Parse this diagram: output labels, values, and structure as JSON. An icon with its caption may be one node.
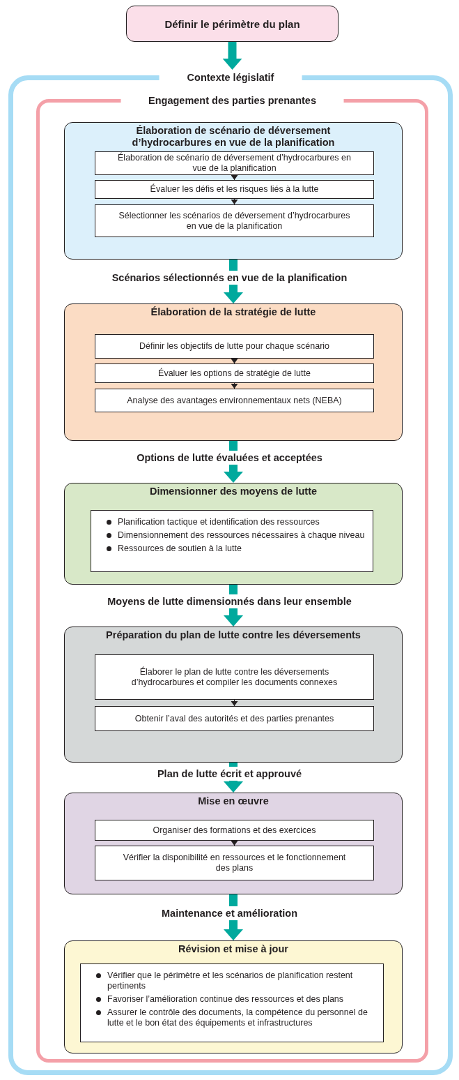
{
  "diagram": {
    "nodes": [
      {
        "text": [
          "Définir le périmètre du plan"
        ]
      },
      {
        "text": [
          "Contexte législatif"
        ]
      },
      {
        "text": [
          "Engagement des parties prenantes"
        ],
        "in": 1
      },
      {
        "text": [
          "Élaboration de scénario de déversement d’hydrocarbures en vue de la planification"
        ],
        "in": 2
      },
      {
        "text": [
          "Élaboration de scénario de déversement d’hydrocarbures en vue de la planification"
        ],
        "in": 3
      },
      {
        "text": [
          "Évaluer les défis et les risques liés à la lutte"
        ],
        "in": 3
      },
      {
        "text": [
          "Sélectionner les scénarios de déversement d’hydrocarbures en vue de la planification"
        ],
        "in": 3
      },
      {
        "text": [
          "Élaboration de la stratégie de lutte"
        ],
        "in": 2
      },
      {
        "text": [
          "Définir les objectifs de lutte pour chaque scénario"
        ],
        "in": 7
      },
      {
        "text": [
          "Évaluer les options de stratégie de lutte"
        ],
        "in": 7
      },
      {
        "text": [
          "Analyse des avantages environnementaux nets (NEBA)"
        ],
        "in": 7
      },
      {
        "text": [
          "Dimensionner des moyens de lutte"
        ],
        "in": 2
      },
      {
        "text": [
          "Planification tactique et identification des ressources",
          "Dimensionnement des ressources nécessaires à chaque niveau",
          "Ressources de soutien à la lutte"
        ],
        "in": 11
      },
      {
        "text": [
          "Préparation du plan de lutte contre les déversements"
        ],
        "in": 2
      },
      {
        "text": [
          "Élaborer le plan de lutte contre les déversements d’hydrocarbures et compiler les documents connexes"
        ],
        "in": 13
      },
      {
        "text": [
          "Obtenir l’aval des autorités et des parties prenantes"
        ],
        "in": 13
      },
      {
        "text": [
          "Mise en œuvre"
        ],
        "in": 2
      },
      {
        "text": [
          "Organiser des formations et des exercices"
        ],
        "in": 16
      },
      {
        "text": [
          "Vérifier la disponibilité en ressources et le fonctionnement des plans"
        ],
        "in": 16
      },
      {
        "text": [
          "Révision et mise à jour"
        ],
        "in": 2
      },
      {
        "text": [
          "Vérifier que le périmètre et les scénarios de planification restent pertinents",
          "Favoriser l’amélioration continue des ressources et des plans",
          "Assurer le contrôle des documents, la compétence du personnel de lutte et le bon état des équipements et infrastructures"
        ],
        "in": 19
      }
    ],
    "edges": [
      {
        "from": 0,
        "to": 1,
        "arrow": "to",
        "style": "thick"
      },
      {
        "from": 4,
        "to": 5,
        "arrow": "to",
        "color": "#231f20"
      },
      {
        "from": 5,
        "to": 6,
        "arrow": "to",
        "color": "#231f20"
      },
      {
        "from": 3,
        "to": 7,
        "arrow": "to",
        "style": "thick",
        "label": "Scénarios sélectionnés en vue de la planification"
      },
      {
        "from": 8,
        "to": 9,
        "arrow": "to",
        "color": "#231f20"
      },
      {
        "from": 9,
        "to": 10,
        "arrow": "to",
        "color": "#231f20"
      },
      {
        "from": 7,
        "to": 11,
        "arrow": "to",
        "style": "thick",
        "label": "Options de lutte évaluées et acceptées"
      },
      {
        "from": 11,
        "to": 13,
        "arrow": "to",
        "style": "thick",
        "label": "Moyens de lutte dimensionnés dans leur ensemble"
      },
      {
        "from": 14,
        "to": 15,
        "arrow": "to",
        "color": "#231f20"
      },
      {
        "from": 13,
        "to": 16,
        "arrow": "to",
        "style": "thick",
        "label": "Plan de lutte écrit et approuvé"
      },
      {
        "from": 17,
        "to": 18,
        "arrow": "to",
        "color": "#231f20"
      },
      {
        "from": 16,
        "to": 19,
        "arrow": "to",
        "style": "thick",
        "label": "Maintenance et amélioration"
      }
    ]
  }
}
